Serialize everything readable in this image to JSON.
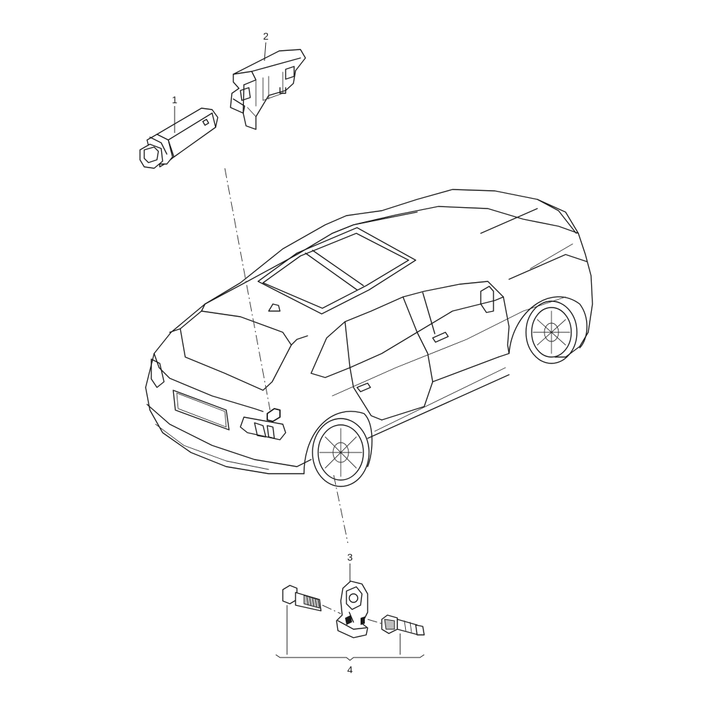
{
  "diagram": {
    "callouts": [
      {
        "id": "1",
        "label": "1"
      },
      {
        "id": "2",
        "label": "2"
      },
      {
        "id": "3",
        "label": "3"
      },
      {
        "id": "4",
        "label": "4"
      }
    ],
    "line_color": "#1a1a1a",
    "background": "#ffffff"
  }
}
